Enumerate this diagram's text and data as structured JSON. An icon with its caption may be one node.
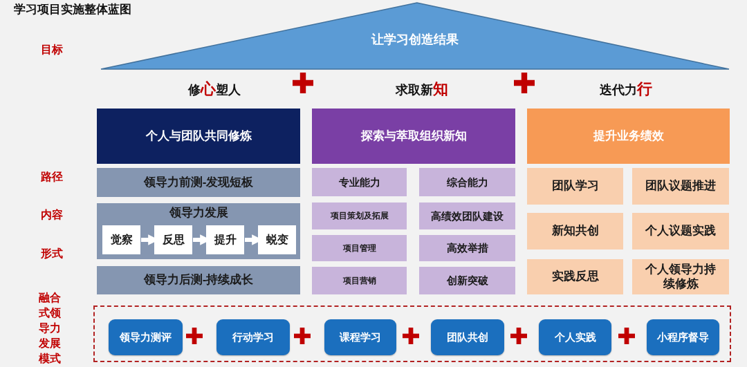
{
  "diagram": {
    "title": "学习项目实施整体蓝图",
    "nodes": [
      {
        "text": [
          "让学习创造结果"
        ]
      },
      {
        "text": [
          "个人与团队共同修炼"
        ]
      },
      {
        "text": [
          "探索与萃取组织新知"
        ]
      },
      {
        "text": [
          "提升业务绩效"
        ]
      },
      {
        "text": [
          "领导力前测-发现短板"
        ]
      },
      {
        "text": [
          "领导力发展"
        ]
      },
      {
        "text": [
          "觉察"
        ],
        "in": 5
      },
      {
        "text": [
          "反思"
        ],
        "in": 5
      },
      {
        "text": [
          "提升"
        ],
        "in": 5
      },
      {
        "text": [
          "蜕变"
        ],
        "in": 5
      },
      {
        "text": [
          "领导力后测-持续成长"
        ]
      },
      {
        "text": [
          "专业能力"
        ]
      },
      {
        "text": [
          "综合能力"
        ]
      },
      {
        "text": [
          "项目策划及拓展"
        ]
      },
      {
        "text": [
          "高绩效团队建设"
        ]
      },
      {
        "text": [
          "项目管理"
        ]
      },
      {
        "text": [
          "高效举措"
        ]
      },
      {
        "text": [
          "项目营销"
        ]
      },
      {
        "text": [
          "创新突破"
        ]
      },
      {
        "text": [
          "团队学习"
        ]
      },
      {
        "text": [
          "团队议题推进"
        ]
      },
      {
        "text": [
          "新知共创"
        ]
      },
      {
        "text": [
          "个人议题实践"
        ]
      },
      {
        "text": [
          "实践反思"
        ]
      },
      {
        "text": [
          "个人领导力持续修炼"
        ]
      },
      {
        "text": [],
        "shape": "box"
      },
      {
        "text": [
          "领导力测评"
        ],
        "in": 25
      },
      {
        "text": [
          "行动学习"
        ],
        "in": 25
      },
      {
        "text": [
          "课程学习"
        ],
        "in": 25
      },
      {
        "text": [
          "团队共创"
        ],
        "in": 25
      },
      {
        "text": [
          "个人实践"
        ],
        "in": 25
      },
      {
        "text": [
          "小程序督导"
        ],
        "in": 25
      }
    ],
    "edges": [
      {
        "from": 6,
        "to": 7,
        "arrow": "to"
      },
      {
        "from": 7,
        "to": 8,
        "arrow": "to"
      },
      {
        "from": 8,
        "to": 9,
        "arrow": "to"
      }
    ],
    "labels": [
      "目标",
      "修**心**塑人",
      "求取新**知**",
      "迭代力**行**",
      "路径",
      "内容",
      "形式",
      "融合式领导力发展模式"
    ]
  }
}
